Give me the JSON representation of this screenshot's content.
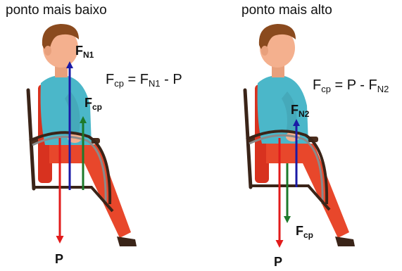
{
  "panels": [
    {
      "title": "ponto mais baixo",
      "equation": {
        "lhs_base": "F",
        "lhs_sub": "cp",
        "middle": " = F",
        "mid_sub": "N1",
        "rest": " - P"
      },
      "forces": [
        {
          "base": "F",
          "sub": "N1",
          "color": "#1a1aa6"
        },
        {
          "base": "F",
          "sub": "cp",
          "color": "#1c7a2a"
        },
        {
          "base": "P",
          "sub": "",
          "color": "#e21b1b"
        }
      ]
    },
    {
      "title": "ponto mais alto",
      "equation": {
        "lhs_base": "F",
        "lhs_sub": "cp",
        "middle": " = P - F",
        "mid_sub": "N2",
        "rest": ""
      },
      "forces": [
        {
          "base": "F",
          "sub": "N2",
          "color": "#1a1aa6"
        },
        {
          "base": "F",
          "sub": "cp",
          "color": "#1c7a2a"
        },
        {
          "base": "P",
          "sub": "",
          "color": "#e21b1b"
        }
      ]
    }
  ]
}
